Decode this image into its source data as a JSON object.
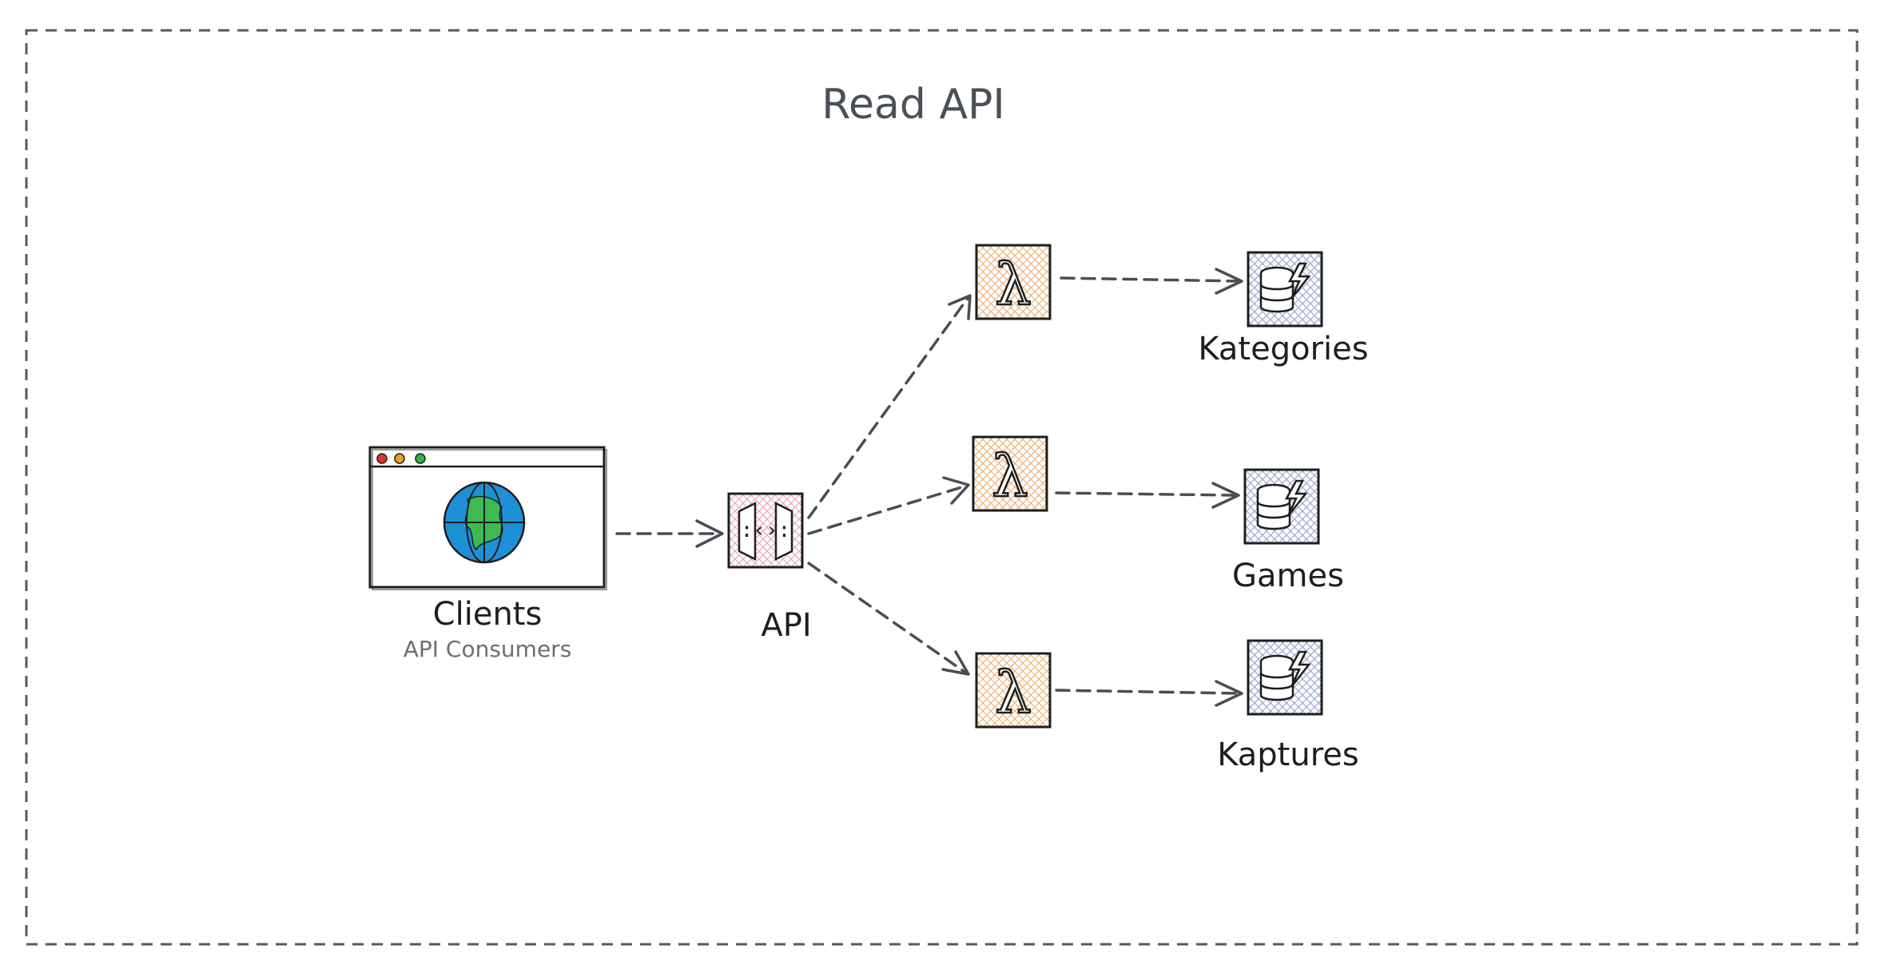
{
  "diagram": {
    "title": "Read API",
    "client": {
      "name": "Clients",
      "subtitle": "API Consumers",
      "icon": "browser-globe-icon"
    },
    "gateway": {
      "name": "API",
      "icon": "api-gateway-icon"
    },
    "functions": [
      {
        "icon": "lambda-icon",
        "symbol": "λ"
      },
      {
        "icon": "lambda-icon",
        "symbol": "λ"
      },
      {
        "icon": "lambda-icon",
        "symbol": "λ"
      }
    ],
    "tables": [
      {
        "name": "Kategories",
        "icon": "dynamodb-icon"
      },
      {
        "name": "Games",
        "icon": "dynamodb-icon"
      },
      {
        "name": "Kaptures",
        "icon": "dynamodb-icon"
      }
    ],
    "colors": {
      "border": "#555a60",
      "edge": "#4a4e54",
      "lambda_fill": "#f0b27a",
      "gateway_fill": "#e7a9b8",
      "dynamo_fill": "#9aa7d8",
      "globe_blue": "#1e90d6",
      "globe_green": "#3dbb52",
      "dot_red": "#e03131",
      "dot_yellow": "#f0a020",
      "dot_green": "#2fb344"
    }
  }
}
